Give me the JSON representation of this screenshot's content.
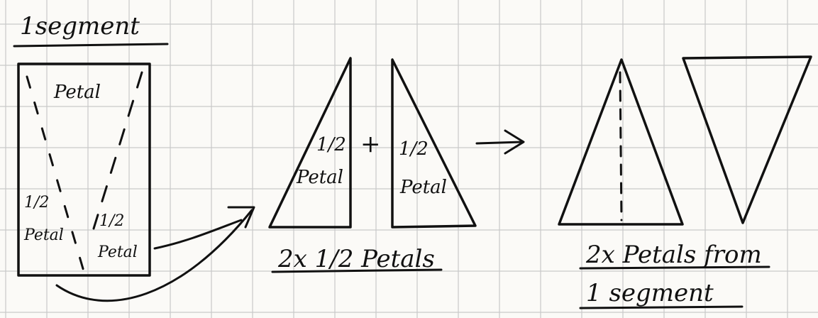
{
  "title": "1segment",
  "segment": {
    "top_label": "Petal",
    "left_half_fraction": "1/2",
    "left_half_word": "Petal",
    "right_half_fraction": "1/2",
    "right_half_word": "Petal"
  },
  "halves": {
    "left_fraction": "1/2",
    "left_word": "Petal",
    "plus": "+",
    "right_fraction": "1/2",
    "right_word": "Petal",
    "caption": "2x 1/2 Petals"
  },
  "result": {
    "caption_line1": "2x Petals from",
    "caption_line2": "1 segment"
  }
}
